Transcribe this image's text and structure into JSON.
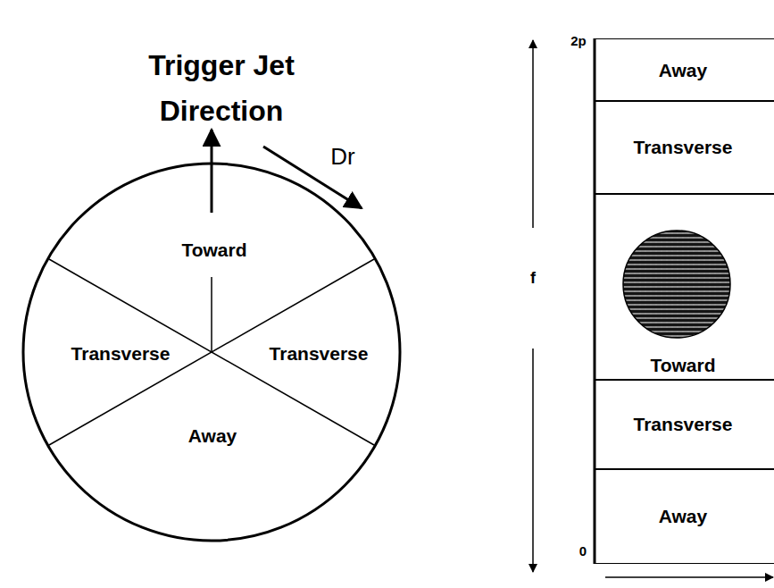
{
  "diagram": {
    "nodes": [
      {
        "text": [
          "Away"
        ]
      },
      {
        "text": [
          "Transverse"
        ]
      },
      {
        "text": [
          "Toward"
        ]
      },
      {
        "text": [
          "Transverse"
        ]
      },
      {
        "text": [
          "Away"
        ]
      }
    ],
    "edges": [],
    "labels": [
      "Trigger Jet Direction",
      "Dr",
      "Toward",
      "Transverse",
      "Transverse",
      "Away",
      "2p",
      "f",
      "0"
    ]
  }
}
